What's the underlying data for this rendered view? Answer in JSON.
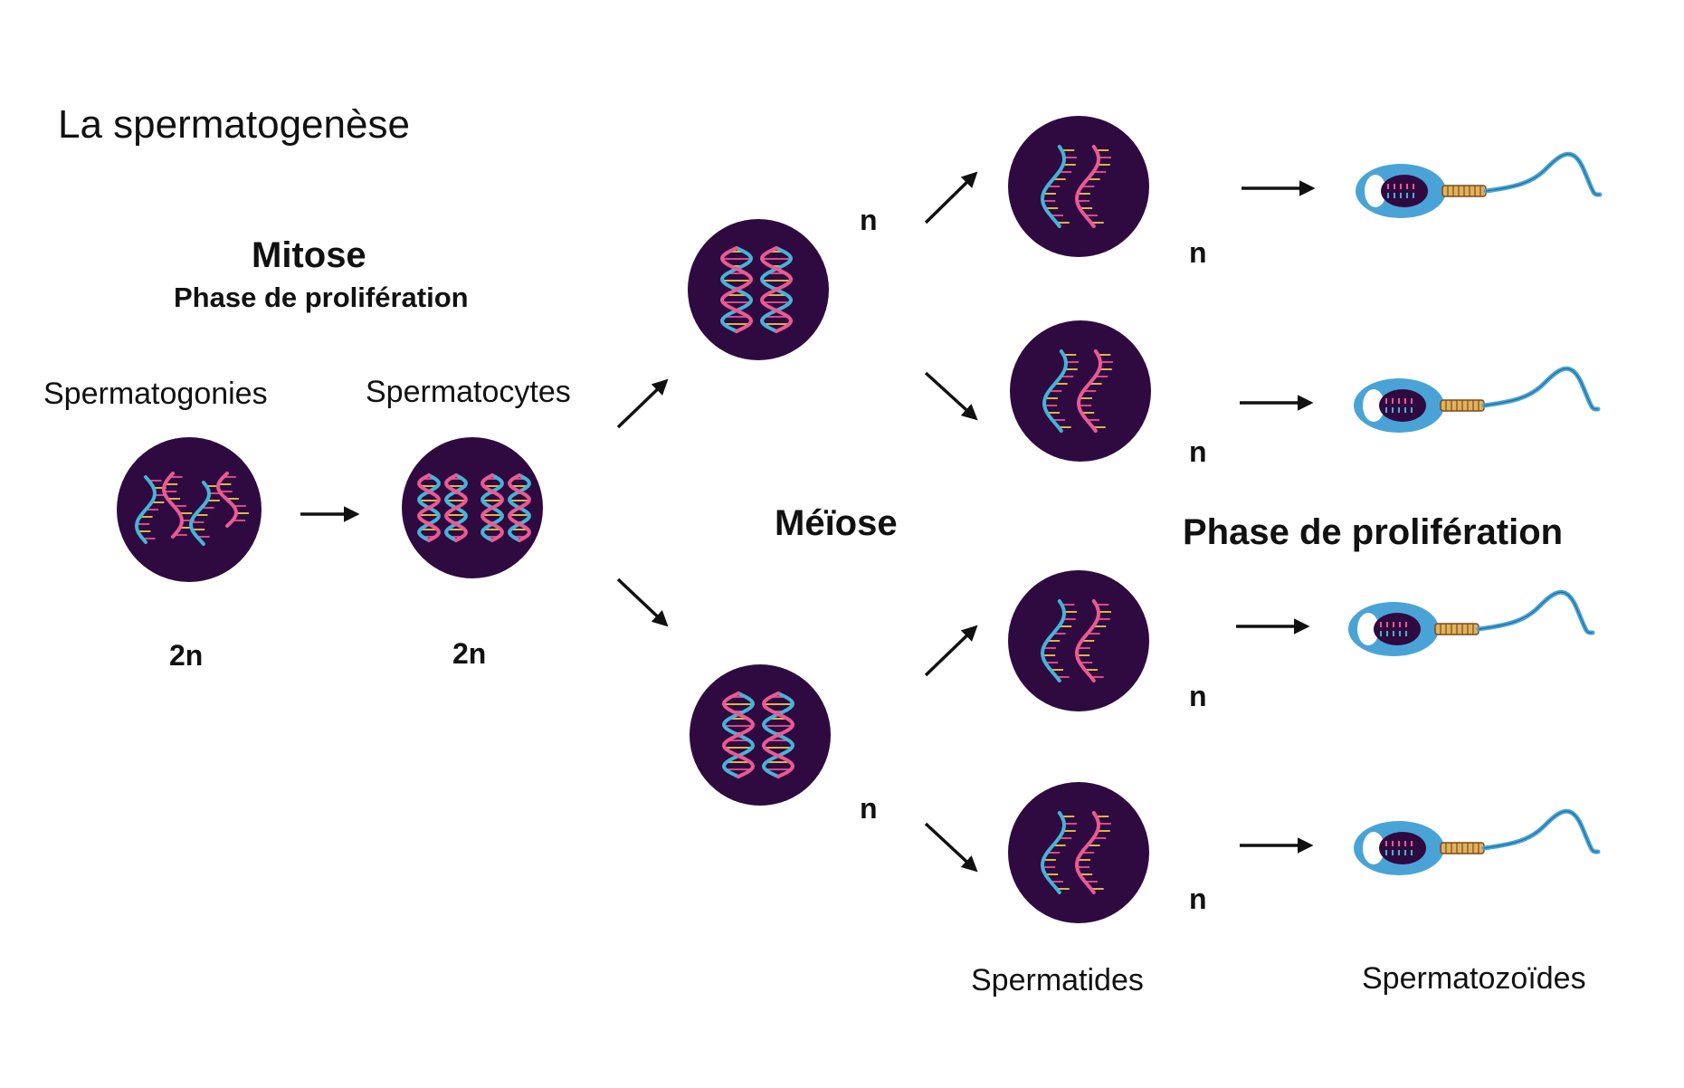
{
  "title": "La spermatogenèse",
  "mitosis": {
    "heading": "Mitose",
    "subheading": "Phase de prolifération"
  },
  "meiosis": {
    "heading": "Méïose"
  },
  "maturation": {
    "heading": "Phase de prolifération"
  },
  "stages": {
    "spermatogonies": {
      "label": "Spermatogonies",
      "ploidy": "2n"
    },
    "spermatocytes": {
      "label": "Spermatocytes",
      "ploidy": "2n"
    },
    "spermatides": {
      "label": "Spermatides"
    },
    "spermatozoides": {
      "label": "Spermatozoïdes"
    }
  },
  "haploid_labels": [
    "n",
    "n",
    "n",
    "n",
    "n",
    "n"
  ],
  "colors": {
    "cell": "#2f0a40",
    "dna_blue": "#45b4d6",
    "dna_pink": "#ea5a93",
    "rung_yellow": "#f5d34a",
    "sperm_head": "#4aa3d6",
    "sperm_midpiece": "#e0b25c",
    "arrow": "#111111"
  }
}
